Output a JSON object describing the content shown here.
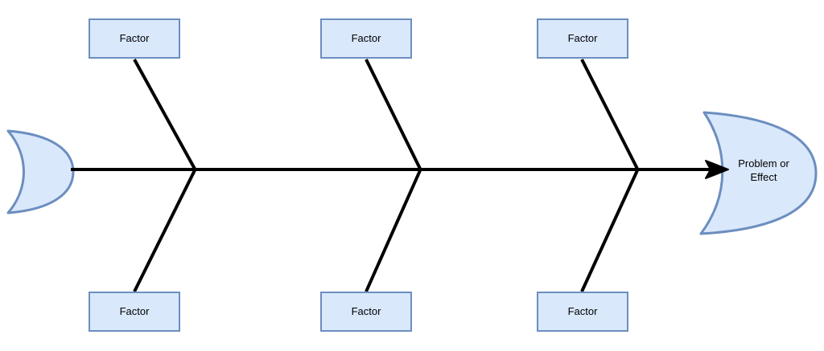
{
  "colors": {
    "background": "#ffffff",
    "shape_fill": "#dae8fc",
    "shape_stroke": "#6c8ebf",
    "bone_color": "#000000",
    "text_color": "#000000"
  },
  "diagram": {
    "kind": "fishbone-cause-effect",
    "head": {
      "label": "Problem or Effect"
    },
    "tail": {
      "label": ""
    },
    "top_factors": [
      {
        "label": "Factor"
      },
      {
        "label": "Factor"
      },
      {
        "label": "Factor"
      }
    ],
    "bottom_factors": [
      {
        "label": "Factor"
      },
      {
        "label": "Factor"
      },
      {
        "label": "Factor"
      }
    ]
  }
}
